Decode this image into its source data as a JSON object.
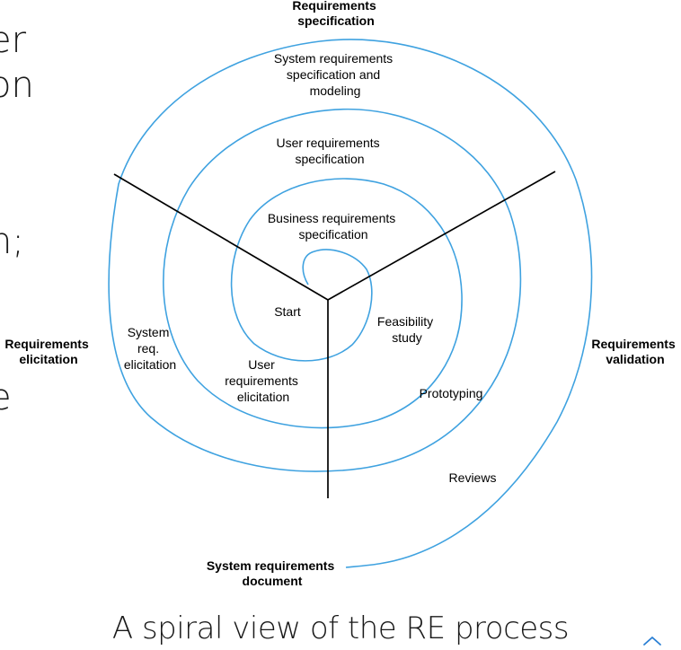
{
  "colors": {
    "spiral": "#3fa2e0",
    "axes": "#000000",
    "text": "#000000",
    "caption": "#1a1a1a",
    "scroll_arrow": "#2a7fd4"
  },
  "background_text": {
    "line1": "er",
    "line2": "on",
    "line3": "n;",
    "line4": "e"
  },
  "diagram": {
    "quadrants": {
      "specification": [
        "Requirements",
        "specification"
      ],
      "elicitation": [
        "Requirements",
        "elicitation"
      ],
      "validation": [
        "Requirements",
        "validation"
      ]
    },
    "output": [
      "System requirements",
      "document"
    ],
    "specification_steps": {
      "system": [
        "System requirements",
        "specification and",
        "modeling"
      ],
      "user": [
        "User requirements",
        "specification"
      ],
      "business": [
        "Business requirements",
        "specification"
      ]
    },
    "elicitation_steps": {
      "start": "Start",
      "system": [
        "System",
        "req.",
        "elicitation"
      ],
      "user": [
        "User",
        "requirements",
        "elicitation"
      ]
    },
    "validation_steps": {
      "feasibility": [
        "Feasibility",
        "study"
      ],
      "prototyping": "Prototyping",
      "reviews": "Reviews"
    }
  },
  "caption": "A spiral view of the RE process",
  "scroll_icon": "chevron-up-icon"
}
